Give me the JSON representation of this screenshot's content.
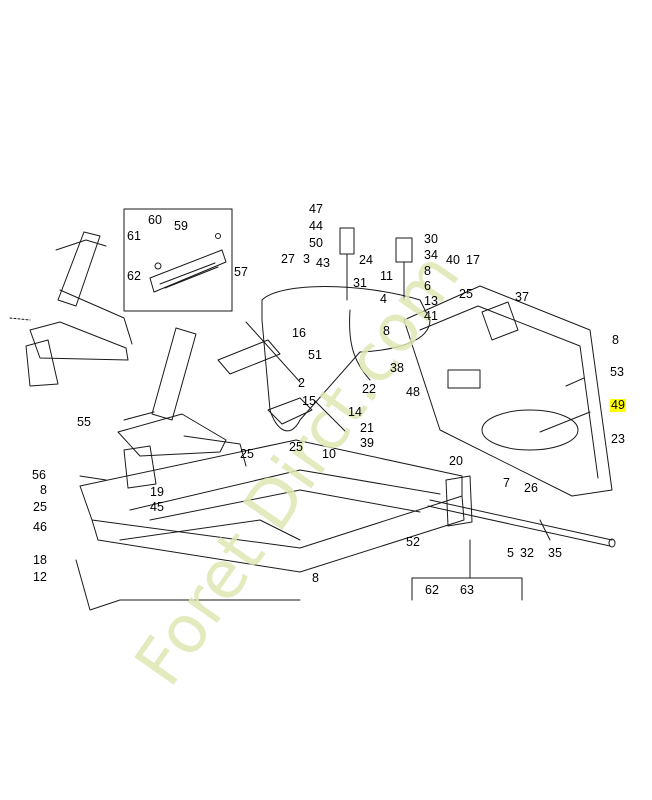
{
  "colors": {
    "line": "#1a1a1a",
    "highlight": "#ffff00",
    "watermark_green": "#dfe7b2",
    "watermark_orange": "#f4b35a"
  },
  "watermark": {
    "text": "Foret Dirct.com"
  },
  "labels": [
    {
      "id": "l60",
      "text": "60"
    },
    {
      "id": "l59",
      "text": "59"
    },
    {
      "id": "l61",
      "text": "61"
    },
    {
      "id": "l62a",
      "text": "62"
    },
    {
      "id": "l47",
      "text": "47"
    },
    {
      "id": "l44",
      "text": "44"
    },
    {
      "id": "l50",
      "text": "50"
    },
    {
      "id": "l30",
      "text": "30"
    },
    {
      "id": "l34",
      "text": "34"
    },
    {
      "id": "l27",
      "text": "27"
    },
    {
      "id": "l3",
      "text": "3"
    },
    {
      "id": "l43",
      "text": "43"
    },
    {
      "id": "l24",
      "text": "24"
    },
    {
      "id": "l11",
      "text": "11"
    },
    {
      "id": "l8a",
      "text": "8"
    },
    {
      "id": "l40",
      "text": "40"
    },
    {
      "id": "l17",
      "text": "17"
    },
    {
      "id": "l57",
      "text": "57"
    },
    {
      "id": "l31",
      "text": "31"
    },
    {
      "id": "l6",
      "text": "6"
    },
    {
      "id": "l13",
      "text": "13"
    },
    {
      "id": "l37",
      "text": "37"
    },
    {
      "id": "l4",
      "text": "4"
    },
    {
      "id": "l41",
      "text": "41"
    },
    {
      "id": "l25a",
      "text": "25"
    },
    {
      "id": "l16",
      "text": "16"
    },
    {
      "id": "l8b",
      "text": "8"
    },
    {
      "id": "l8c",
      "text": "8"
    },
    {
      "id": "l51",
      "text": "51"
    },
    {
      "id": "l38",
      "text": "38"
    },
    {
      "id": "l53",
      "text": "53"
    },
    {
      "id": "l2",
      "text": "2"
    },
    {
      "id": "l22",
      "text": "22"
    },
    {
      "id": "l48",
      "text": "48"
    },
    {
      "id": "l15",
      "text": "15"
    },
    {
      "id": "l49",
      "text": "49",
      "highlight": true
    },
    {
      "id": "l55",
      "text": "55"
    },
    {
      "id": "l14",
      "text": "14"
    },
    {
      "id": "l21",
      "text": "21"
    },
    {
      "id": "l23",
      "text": "23"
    },
    {
      "id": "l39",
      "text": "39"
    },
    {
      "id": "l25b",
      "text": "25"
    },
    {
      "id": "l25c",
      "text": "25"
    },
    {
      "id": "l10",
      "text": "10"
    },
    {
      "id": "l20",
      "text": "20"
    },
    {
      "id": "l56",
      "text": "56"
    },
    {
      "id": "l7",
      "text": "7"
    },
    {
      "id": "l26",
      "text": "26"
    },
    {
      "id": "l8d",
      "text": "8"
    },
    {
      "id": "l19",
      "text": "19"
    },
    {
      "id": "l25d",
      "text": "25"
    },
    {
      "id": "l45",
      "text": "45"
    },
    {
      "id": "l46",
      "text": "46"
    },
    {
      "id": "l52",
      "text": "52"
    },
    {
      "id": "l5",
      "text": "5"
    },
    {
      "id": "l32",
      "text": "32"
    },
    {
      "id": "l35",
      "text": "35"
    },
    {
      "id": "l18",
      "text": "18"
    },
    {
      "id": "l12",
      "text": "12"
    },
    {
      "id": "l8e",
      "text": "8"
    },
    {
      "id": "l62b",
      "text": "62"
    },
    {
      "id": "l63",
      "text": "63"
    }
  ]
}
